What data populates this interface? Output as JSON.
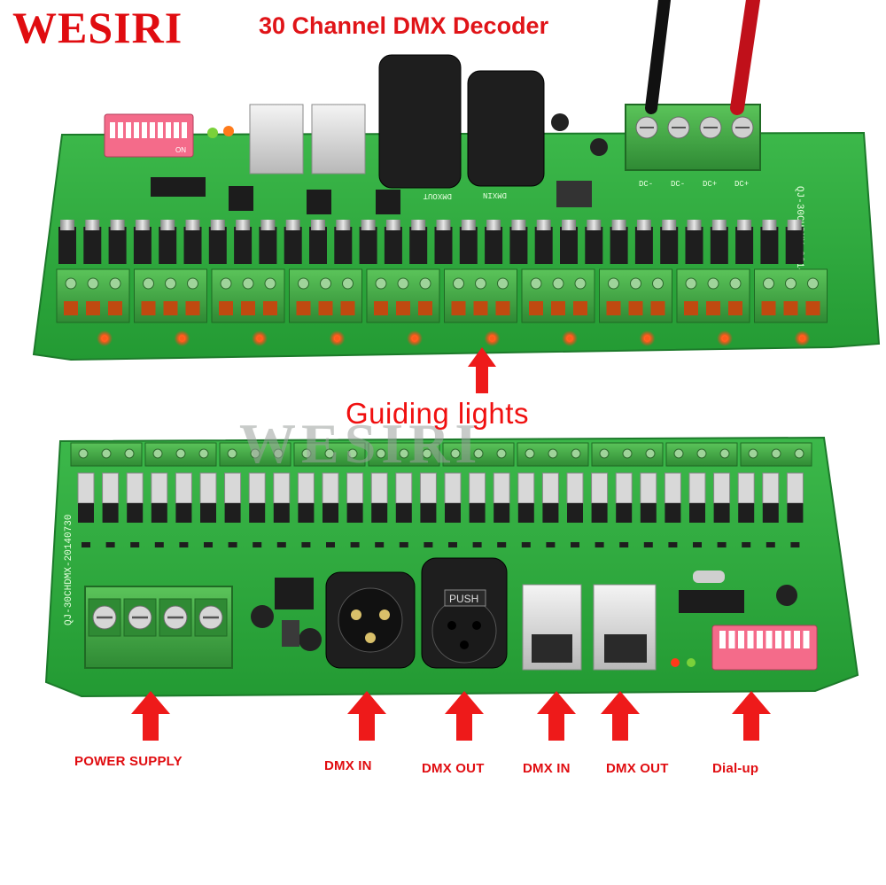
{
  "brand": "WESIRI",
  "title": "30 Channel DMX Decoder",
  "guiding_label": "Guiding lights",
  "watermark": "WESIRI",
  "board_top": {
    "model_text": "QJ-30CHDMX-20140730",
    "terminal_labels": [
      "DC-",
      "DC-",
      "DC+",
      "DC+"
    ],
    "xlr_labels": [
      "DMXOUT",
      "DMXIN"
    ],
    "dip_text": "ON"
  },
  "board_bottom": {
    "model_text": "QJ-30CHDMX-20140730",
    "xlr_out_text": "PUSH"
  },
  "labels": {
    "power_supply": "POWER SUPPLY",
    "dmx_in_1": "DMX IN",
    "dmx_out_1": "DMX OUT",
    "dmx_in_2": "DMX IN",
    "dmx_out_2": "DMX OUT",
    "dial_up": "Dial-up"
  },
  "colors": {
    "pcb": "#2fa83a",
    "terminal": "#3f9d3e",
    "label_red": "#e00c10",
    "led": "#ff3a1a",
    "dip": "#f46b8a"
  }
}
